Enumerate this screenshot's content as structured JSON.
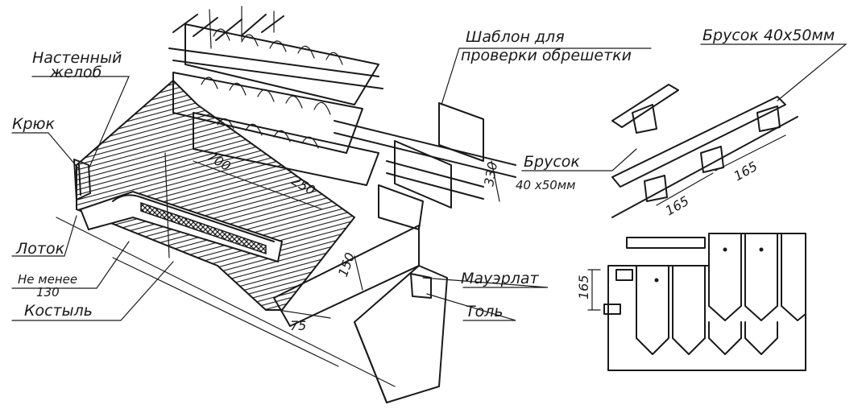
{
  "labels": {
    "wall_gutter_line1": "Настенный",
    "wall_gutter_line2": "желоб",
    "hook": "Крюк",
    "tray": "Лоток",
    "not_less_line1": "Не менее",
    "not_less_line2": "130",
    "crutch": "Костыль",
    "template_line1": "Шаблон для",
    "template_line2": "проверки обрешетки",
    "bar_top": "Брусок 40x50мм",
    "bar_mid_line1": "Брусок",
    "bar_mid_line2": "40 x50мм",
    "mauerlat": "Мауэрлат",
    "tol": "Толь"
  },
  "dimensions": {
    "d700": "700",
    "d250": "250",
    "d330": "330",
    "d150": "150",
    "d75": "75",
    "d165_a": "165",
    "d165_b": "165",
    "d165_c": "165"
  },
  "colors": {
    "ink": "#1a1a1a",
    "paper": "#ffffff"
  }
}
